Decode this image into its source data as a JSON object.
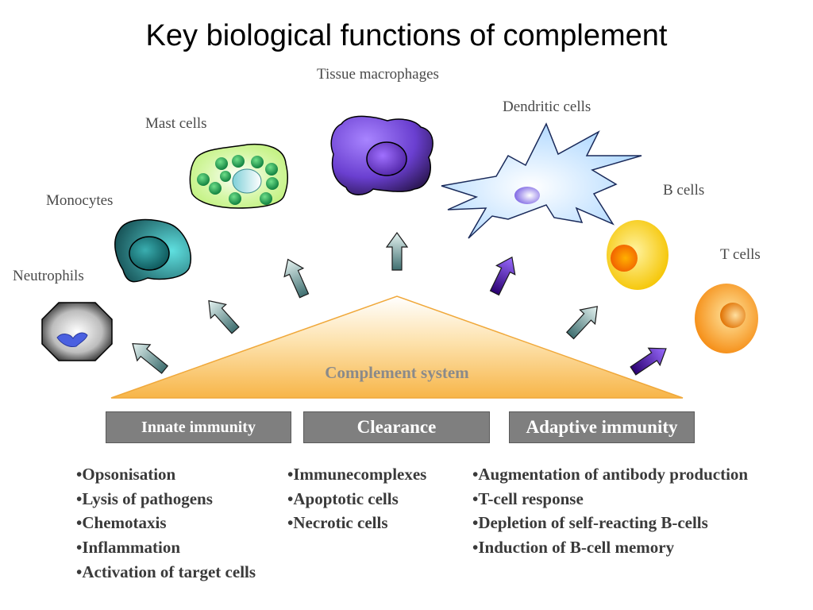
{
  "title": "Key biological functions of complement",
  "cells": {
    "tissue_macrophages": "Tissue macrophages",
    "dendritic_cells": "Dendritic cells",
    "mast_cells": "Mast cells",
    "monocytes": "Monocytes",
    "b_cells": "B cells",
    "t_cells": "T cells",
    "neutrophils": "Neutrophils"
  },
  "system_label": "Complement system",
  "categories": {
    "innate": "Innate immunity",
    "clearance": "Clearance",
    "adaptive": "Adaptive immunity"
  },
  "lists": {
    "innate": [
      "Opsonisation",
      "Lysis of pathogens",
      "Chemotaxis",
      "Inflammation",
      "Activation of target cells"
    ],
    "clearance": [
      "Immunecomplexes",
      "Apoptotic cells",
      "Necrotic cells"
    ],
    "adaptive": [
      "Augmentation of antibody production",
      "T-cell response",
      "Depletion of self-reacting B-cells",
      "Induction of B-cell memory"
    ]
  },
  "colors": {
    "teal_arrow": "#5e8f8f",
    "purple_arrow": "#4b0fa8",
    "box_gray": "#7f7f7f",
    "triangle_orange": "#f7b548"
  }
}
